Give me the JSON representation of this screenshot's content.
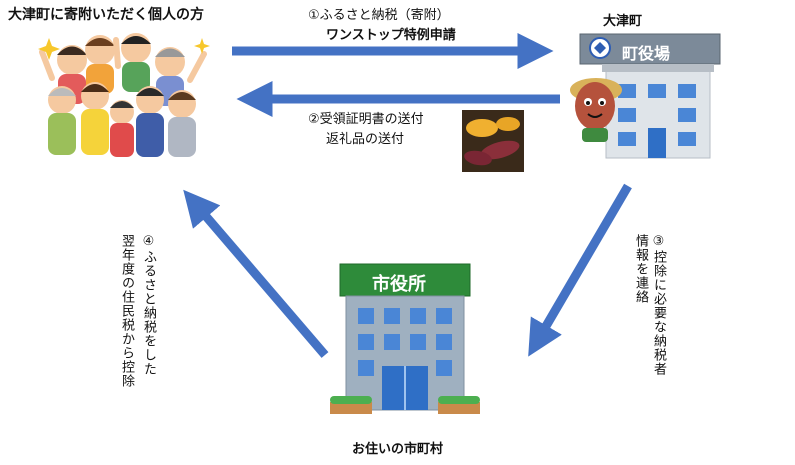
{
  "donor_label": "大津町に寄附いただく個人の方",
  "town": {
    "name": "大津町",
    "sign": "町役場"
  },
  "city_hall": {
    "sign": "市役所",
    "caption": "お住いの市町村"
  },
  "steps": {
    "step1_line1": "①ふるさと納税（寄附）",
    "step1_line2": "ワンストップ特例申請",
    "step2_line1": "②受領証明書の送付",
    "step2_line2": "返礼品の送付",
    "step3_col1": "③控除に必要な納税者",
    "step3_col2": "情報を連絡",
    "step4_col1": "④ふるさと納税をした",
    "step4_col2": "翌年度の住民税から控除"
  },
  "colors": {
    "arrow": "#4472c4",
    "building_wall": "#9fb0c0",
    "window": "#4a86d6",
    "sign_green": "#2e8b3a"
  },
  "icons": [
    "crowd-illustration",
    "town-hall-illustration",
    "mascot-illustration",
    "sweet-potato-photo",
    "city-hall-illustration"
  ]
}
